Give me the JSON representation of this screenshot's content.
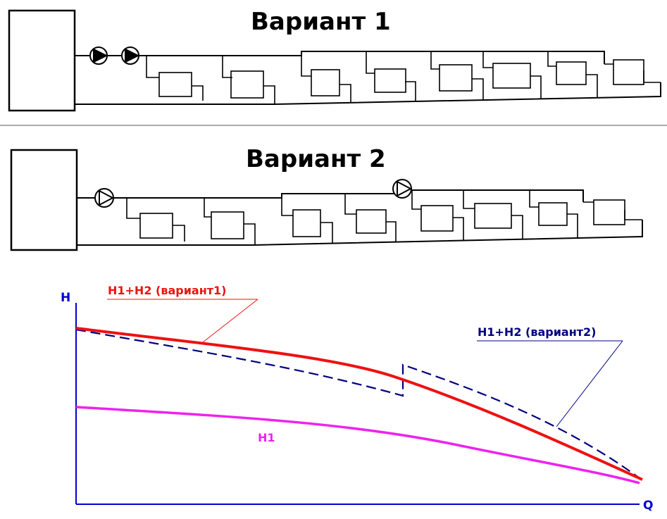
{
  "variant1": {
    "title": "Вариант 1"
  },
  "variant2": {
    "title": "Вариант 2"
  },
  "graph": {
    "y_axis_label": "H",
    "x_axis_label": "Q",
    "label_h1h2_v1": "H1+H2 (вариант1)",
    "label_h1h2_v2": "H1+H2 (вариант2)",
    "label_h1": "H1",
    "colors": {
      "axis": "#0000cc",
      "h1h2_v1": "#ee1111",
      "h1h2_v2": "#000080",
      "h1": "#ee22ee"
    }
  }
}
